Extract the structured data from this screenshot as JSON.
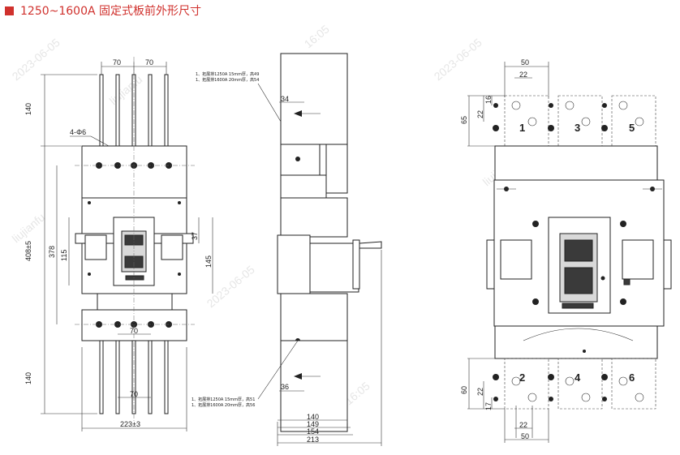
{
  "title": "1250~1600A 固定式板前外形尺寸",
  "colors": {
    "accent": "#d0312d",
    "line": "#222222"
  },
  "front_view": {
    "dims": {
      "top_spacing_a": "70",
      "top_spacing_b": "70",
      "terminal_len_top": "140",
      "holes": "4-Φ6",
      "overall_height": "408±5",
      "mounting_height": "378",
      "window_height": "115",
      "handle_travel": "37",
      "handle_zone": "145",
      "bottom_spacing_mid": "70",
      "bottom_spacing": "70",
      "terminal_len_bottom": "140",
      "overall_width": "223±3"
    }
  },
  "side_view": {
    "note_top": [
      "1、拓展排1250A 15mm厚，高49",
      "1、拓展排1600A 20mm厚，高54"
    ],
    "note_bottom": [
      "1、拓展排1250A 15mm厚，高51",
      "1、拓展排1600A 20mm厚，高56"
    ],
    "dims": {
      "busbar_top": "34",
      "busbar_bottom": "36",
      "d140": "140",
      "d149": "149",
      "d154": "154",
      "d213": "213"
    }
  },
  "terminal_view": {
    "dims": {
      "top_pitch": "50",
      "top_hole": "22",
      "top_v1": "16",
      "top_v2": "22",
      "top_h": "65",
      "bot_h": "60",
      "bot_v1": "22",
      "bot_v2": "17",
      "bot_hole": "22",
      "bot_pitch": "50"
    },
    "poles_top": [
      "1",
      "3",
      "5"
    ],
    "poles_bottom": [
      "2",
      "4",
      "6"
    ]
  },
  "watermarks": [
    "2023-06-05",
    "liujianfu",
    "16:05"
  ]
}
